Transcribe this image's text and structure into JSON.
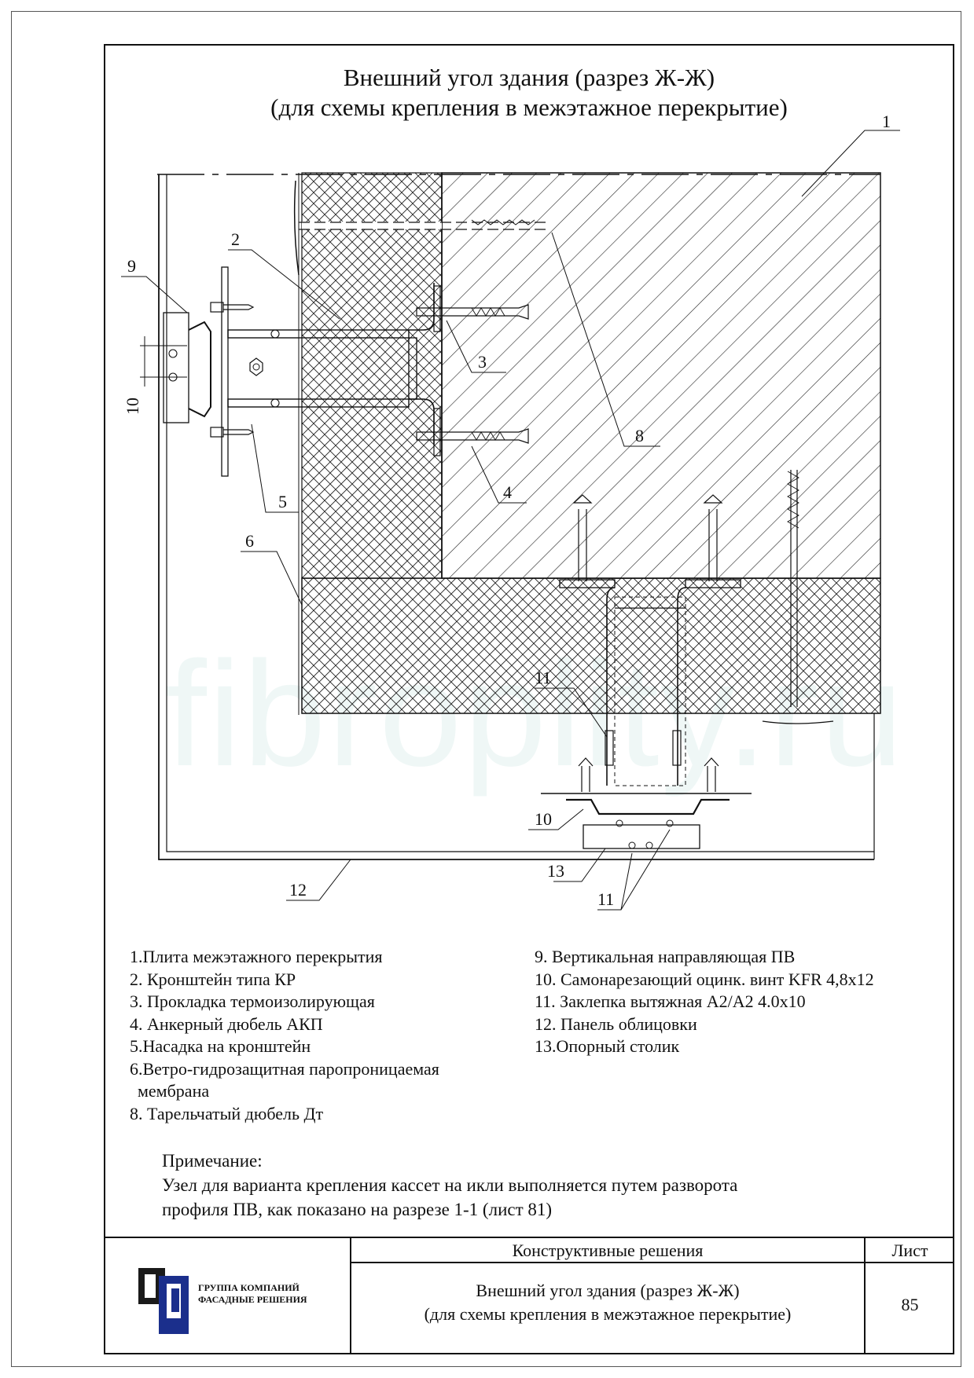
{
  "title": {
    "line1": "Внешний угол здания (разрез Ж-Ж)",
    "line2": "(для схемы крепления в межэтажное перекрытие)"
  },
  "callouts": {
    "c1": "1",
    "c2": "2",
    "c3": "3",
    "c4": "4",
    "c5": "5",
    "c6": "6",
    "c8": "8",
    "c9": "9",
    "c10a": "10",
    "c10b": "10",
    "c11a": "11",
    "c11b": "11",
    "c12": "12",
    "c13": "13"
  },
  "legend_left": [
    "1.Плита межэтажного перекрытия",
    "2. Кронштейн типа КР",
    "3. Прокладка термоизолирующая",
    "4. Анкерный дюбель АКП",
    "5.Насадка на кронштейн",
    "6.Ветро-гидрозащитная паропроницаемая",
    "мембрана",
    "8. Тарельчатый дюбель Дт"
  ],
  "legend_right": [
    "9. Вертикальная направляющая ПВ",
    "10. Самонарезающий  оцинк. винт KFR 4,8х12",
    "11. Заклепка вытяжная А2/А2 4.0х10",
    "12. Панель облицовки",
    "13.Опорный столик"
  ],
  "note": {
    "heading": "Примечание:",
    "line1": "Узел для варианта крепления кассет на икли выполняется путем разворота",
    "line2": "профиля ПВ, как показано на разрезе 1-1 (лист 81)"
  },
  "stamp": {
    "header": "Конструктивные решения",
    "title_line1": "Внешний угол здания (разрез Ж-Ж)",
    "title_line2": "(для схемы крепления в межэтажное перекрытие)",
    "sheet_label": "Лист",
    "sheet_number": "85",
    "company_line1": "ГРУППА КОМПАНИЙ",
    "company_line2": "ФАСАДНЫЕ РЕШЕНИЯ"
  },
  "watermark": "fibroplity.ru",
  "colors": {
    "ink": "#111111",
    "logo_blue": "#1b2f8c",
    "logo_black": "#1a1a1a",
    "watermark": "#e2f1ef"
  }
}
